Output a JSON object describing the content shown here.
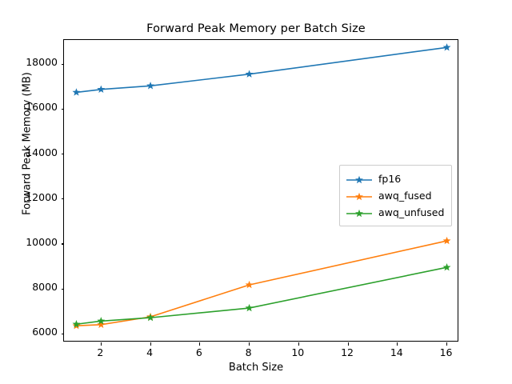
{
  "chart_data": {
    "type": "line",
    "title": "Forward Peak Memory per Batch Size",
    "xlabel": "Batch Size",
    "ylabel": "Forward Peak Memory (MB)",
    "x": [
      1,
      2,
      4,
      8,
      16
    ],
    "xlim": [
      0.5,
      16.5
    ],
    "ylim": [
      5620,
      19080
    ],
    "xticks": [
      2,
      4,
      6,
      8,
      10,
      12,
      14,
      16
    ],
    "xticklabels": [
      "2",
      "4",
      "6",
      "8",
      "10",
      "12",
      "14",
      "16"
    ],
    "yticks": [
      6000,
      8000,
      10000,
      12000,
      14000,
      16000,
      18000
    ],
    "yticklabels": [
      "6000",
      "8000",
      "10000",
      "12000",
      "14000",
      "16000",
      "18000"
    ],
    "grid": false,
    "marker": "star",
    "legend_position": "center right",
    "series": [
      {
        "name": "fp16",
        "color": "#1f77b4",
        "values": [
          16750,
          16880,
          17040,
          17560,
          18750
        ]
      },
      {
        "name": "awq_fused",
        "color": "#ff7f0e",
        "values": [
          6360,
          6410,
          6760,
          8180,
          10140
        ]
      },
      {
        "name": "awq_unfused",
        "color": "#2ca02c",
        "values": [
          6430,
          6570,
          6720,
          7150,
          8960
        ]
      }
    ]
  }
}
